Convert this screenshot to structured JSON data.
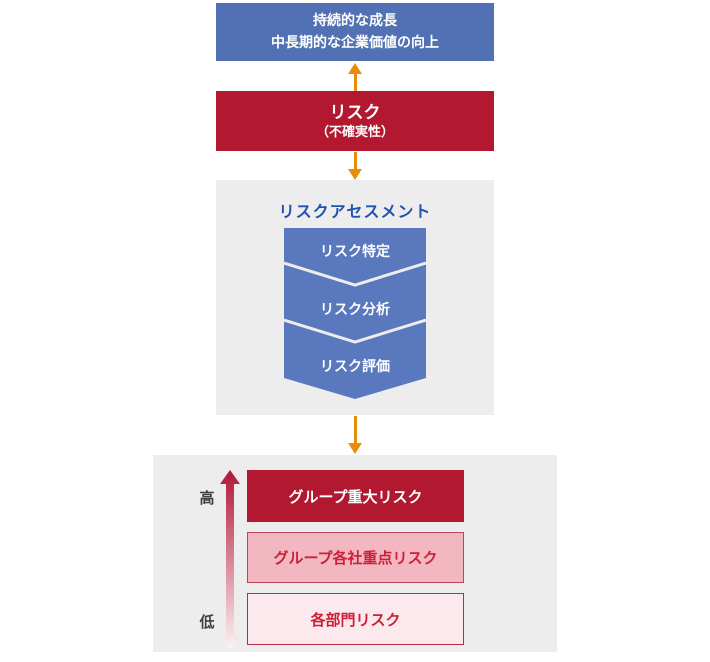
{
  "goal_box": {
    "line1": "持続的な成長",
    "line2": "中長期的な企業価値の向上"
  },
  "risk_box": {
    "title": "リスク",
    "subtitle": "（不確実性）"
  },
  "assessment": {
    "title": "リスクアセスメント",
    "steps": [
      "リスク特定",
      "リスク分析",
      "リスク評価"
    ]
  },
  "levels": {
    "high_label": "高",
    "low_label": "低",
    "items": [
      {
        "label": "グループ重大リスク"
      },
      {
        "label": "グループ各社重点リスク"
      },
      {
        "label": "各部門リスク"
      }
    ]
  },
  "colors": {
    "goal_blue": "#5271b5",
    "risk_red": "#b21830",
    "chevron_blue": "#5a78bd",
    "panel_gray": "#ededed",
    "arrow_orange": "#e78d0e",
    "assessment_title_blue": "#2053ae",
    "level_text_red": "#cc2038",
    "level_priority_fill": "#f3b7c1",
    "level_department_fill": "#fbe9ed",
    "gradient_arrow_top": "#b21738",
    "gradient_arrow_bottom": "#fdf3f5"
  }
}
